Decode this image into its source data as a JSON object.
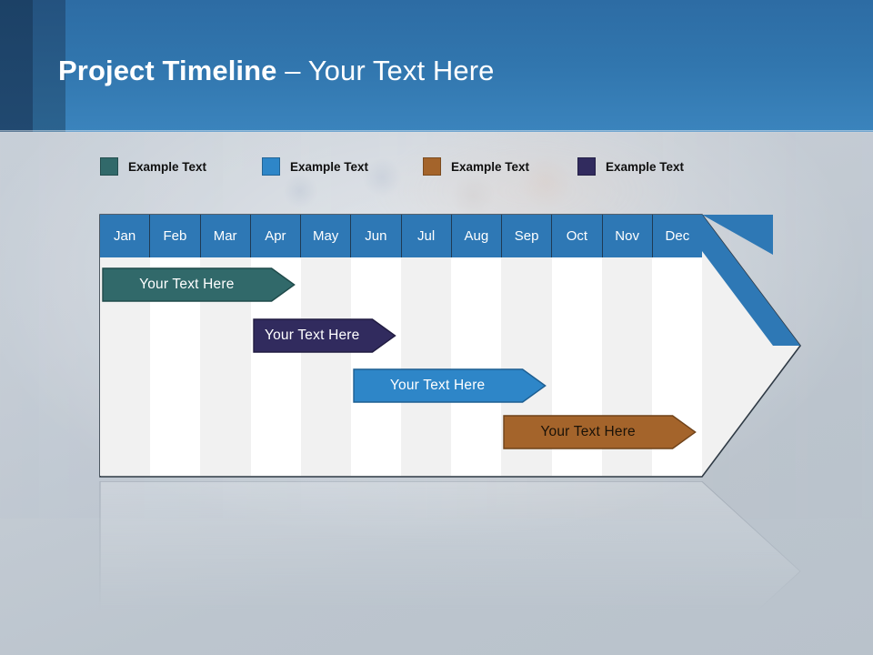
{
  "slide": {
    "title_bold": "Project Timeline",
    "title_separator": " – ",
    "title_light": "Your Text Here"
  },
  "legend": {
    "items": [
      {
        "label": "Example Text",
        "color": "#31696a",
        "name": "legend-item-teal"
      },
      {
        "label": "Example Text",
        "color": "#2e86c8",
        "name": "legend-item-blue"
      },
      {
        "label": "Example Text",
        "color": "#a4642b",
        "name": "legend-item-brown"
      },
      {
        "label": "Example Text",
        "color": "#312b5e",
        "name": "legend-item-navy"
      }
    ]
  },
  "timeline": {
    "months": [
      "Jan",
      "Feb",
      "Mar",
      "Apr",
      "May",
      "Jun",
      "Jul",
      "Aug",
      "Sep",
      "Oct",
      "Nov",
      "Dec"
    ],
    "header_bg": "#2e78b5",
    "header_text_color": "#ffffff",
    "column_bg_a": "#ffffff",
    "column_bg_b": "#f1f1f1",
    "bars": [
      {
        "label": "Your  Text Here",
        "fill": "#31696a",
        "stroke": "#1f4a4a",
        "text_color": "light",
        "start_month": "Jan",
        "end_month": "Apr",
        "row": 1
      },
      {
        "label": "Your  Text Here",
        "fill": "#312b5e",
        "stroke": "#211c41",
        "text_color": "light",
        "start_month": "Apr",
        "end_month": "Jun",
        "row": 2
      },
      {
        "label": "Your  Text Here",
        "fill": "#2e86c8",
        "stroke": "#1d5e91",
        "text_color": "light",
        "start_month": "Jun",
        "end_month": "Sep",
        "row": 3
      },
      {
        "label": "Your  Text Here",
        "fill": "#a4642b",
        "stroke": "#6f4219",
        "text_color": "dark",
        "start_month": "Sep",
        "end_month": "Dec",
        "row": 4
      }
    ]
  },
  "chart_data": {
    "type": "bar",
    "title": "Project Timeline – Your Text Here",
    "xlabel": "",
    "ylabel": "",
    "categories": [
      "Jan",
      "Feb",
      "Mar",
      "Apr",
      "May",
      "Jun",
      "Jul",
      "Aug",
      "Sep",
      "Oct",
      "Nov",
      "Dec"
    ],
    "legend_position": "top",
    "grid": true,
    "series": [
      {
        "name": "Example Text",
        "label": "Your  Text Here",
        "color": "#31696a",
        "start": 1,
        "end": 4
      },
      {
        "name": "Example Text",
        "label": "Your  Text Here",
        "color": "#312b5e",
        "start": 4,
        "end": 6
      },
      {
        "name": "Example Text",
        "label": "Your  Text Here",
        "color": "#2e86c8",
        "start": 6,
        "end": 9
      },
      {
        "name": "Example Text",
        "label": "Your  Text Here",
        "color": "#a4642b",
        "start": 9,
        "end": 12
      }
    ]
  }
}
